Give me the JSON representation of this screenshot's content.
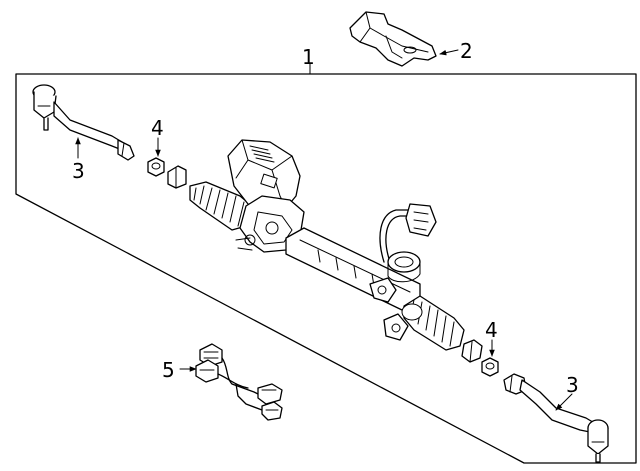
{
  "callouts": [
    {
      "id": "1",
      "label": "1"
    },
    {
      "id": "2",
      "label": "2"
    },
    {
      "id": "3a",
      "label": "3"
    },
    {
      "id": "3b",
      "label": "3"
    },
    {
      "id": "4a",
      "label": "4"
    },
    {
      "id": "4b",
      "label": "4"
    },
    {
      "id": "5",
      "label": "5"
    }
  ]
}
